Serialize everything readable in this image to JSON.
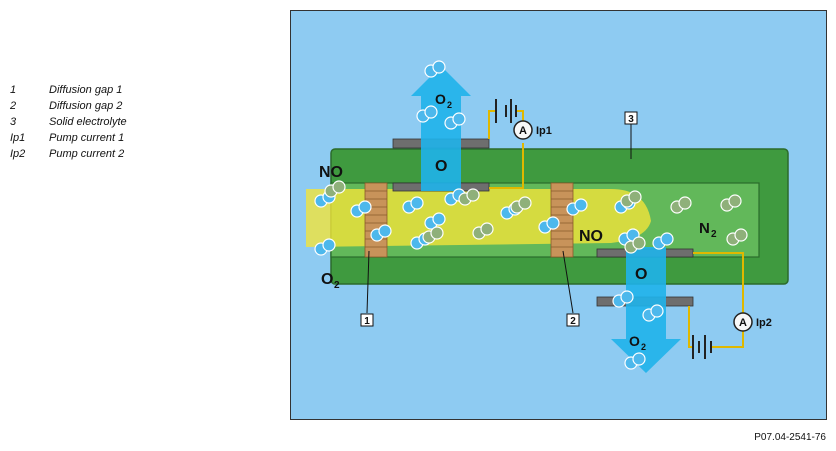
{
  "legend": [
    {
      "key": "1",
      "label": "Diffusion gap 1"
    },
    {
      "key": "2",
      "label": "Diffusion gap 2"
    },
    {
      "key": "3",
      "label": "Solid electrolyte"
    },
    {
      "key": "Ip1",
      "label": "Pump current 1"
    },
    {
      "key": "Ip2",
      "label": "Pump current 2"
    }
  ],
  "diagram": {
    "gas_no_inlet": "NO",
    "gas_o2_inlet": "O",
    "gas_o2_inlet_sub": "2",
    "gas_o2_top": "O",
    "gas_o2_top_sub": "2",
    "gas_o_top": "O",
    "gas_no_chamber": "NO",
    "gas_n2": "N",
    "gas_n2_sub": "2",
    "gas_o_bottom": "O",
    "gas_o2_bottom": "O",
    "gas_o2_bottom_sub": "2",
    "ammeter_symbol_1": "A",
    "ammeter_symbol_2": "A",
    "current_label_1": "Ip1",
    "current_label_2": "Ip2",
    "callout_1": "1",
    "callout_2": "2",
    "callout_3": "3"
  },
  "colors": {
    "background": "#8ecbf2",
    "electrolyte": "#3f9a3f",
    "chamber": "#62b85a",
    "flow_yellow": "#f2e33a",
    "flow_blue": "#1fb3ea",
    "wire": "#e0b800"
  },
  "footer_ref": "P07.04-2541-76"
}
